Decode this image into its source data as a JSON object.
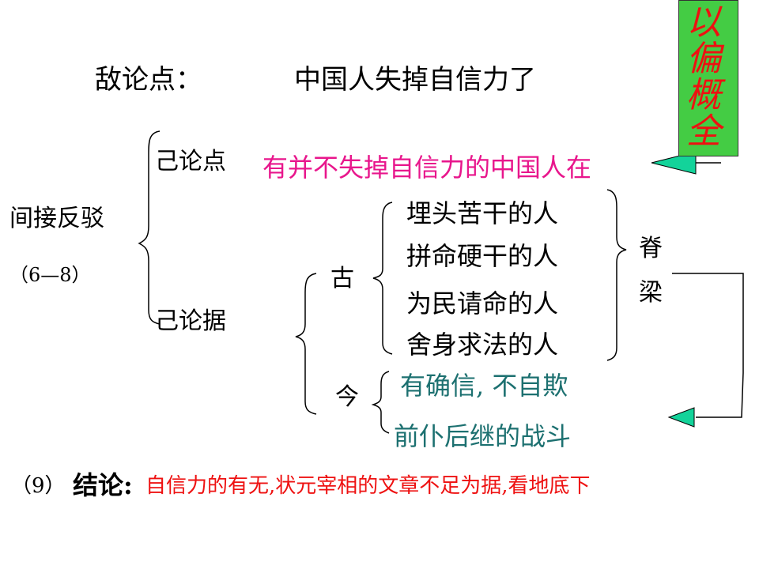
{
  "colors": {
    "pink": "#e8168c",
    "teal": "#1c7070",
    "red": "#ee1111",
    "green_box": "#44cc44",
    "arrow_fill": "#13d39a",
    "black": "#000000"
  },
  "title": {
    "label": "敌论点：",
    "claim": "中国人失掉自信力了"
  },
  "side_box": {
    "text": "以偏概全"
  },
  "root": {
    "label": "间接反驳",
    "range": "（6—8）"
  },
  "own_point": {
    "label": "己论点",
    "text": "有并不失掉自信力的中国人在"
  },
  "own_evidence": {
    "label": "己论据"
  },
  "ancient": {
    "label": "古",
    "items": [
      "埋头苦干的人",
      "拼命硬干的人",
      "为民请命的人",
      "舍身求法的人"
    ]
  },
  "spine": {
    "label_1": "脊",
    "label_2": "梁"
  },
  "modern": {
    "label": "今",
    "items": [
      "有确信, 不自欺",
      "前仆后继的战斗"
    ]
  },
  "conclusion": {
    "prefix": "（9）",
    "label": "结论:",
    "text": "自信力的有无,状元宰相的文章不足为据,看地底下"
  }
}
